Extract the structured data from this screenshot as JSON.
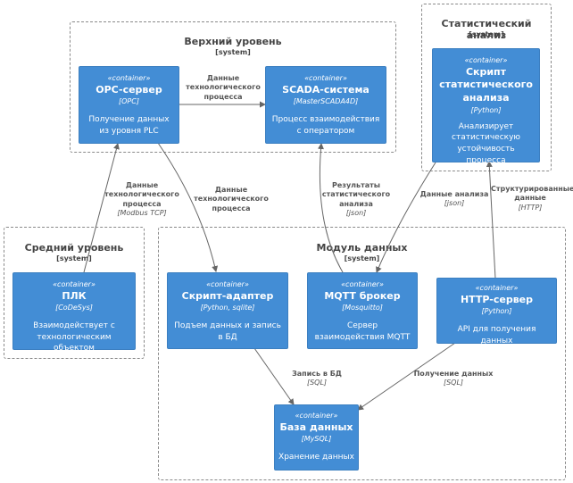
{
  "boundaries": {
    "top": {
      "title": "Верхний уровень",
      "type": "[system]"
    },
    "stat": {
      "title": "Статистический анализ",
      "type": "[system]"
    },
    "mid": {
      "title": "Средний уровень",
      "type": "[system]"
    },
    "data": {
      "title": "Модуль данных",
      "type": "[system]"
    }
  },
  "nodes": {
    "opc": {
      "stereotype": "«container»",
      "name": "OPC-сервер",
      "tech": "[OPC]",
      "desc": "Получение данных из уровня PLC"
    },
    "scada": {
      "stereotype": "«container»",
      "name": "SCADA-система",
      "tech": "[MasterSCADA4D]",
      "desc": "Процесс взаимодействия с оператором"
    },
    "stat": {
      "stereotype": "«container»",
      "name": "Скрипт статистического анализа",
      "tech": "[Python]",
      "desc": "Анализирует статистическую устойчивость процесса"
    },
    "plc": {
      "stereotype": "«container»",
      "name": "ПЛК",
      "tech": "[CoDeSys]",
      "desc": "Взаимодействует с технологическим объектом"
    },
    "adapter": {
      "stereotype": "«container»",
      "name": "Скрипт-адаптер",
      "tech": "[Python, sqlite]",
      "desc": "Подъем данных и запись в БД"
    },
    "mqtt": {
      "stereotype": "«container»",
      "name": "MQTT брокер",
      "tech": "[Mosquitto]",
      "desc": "Сервер взаимодействия MQTT"
    },
    "http": {
      "stereotype": "«container»",
      "name": "HTTP-сервер",
      "tech": "[Python]",
      "desc": "API для получения данных"
    },
    "db": {
      "stereotype": "«container»",
      "name": "База данных",
      "tech": "[MySQL]",
      "desc": "Хранение данных"
    }
  },
  "edges": {
    "opc_scada": {
      "text": "Данные технологического процесса",
      "tech": ""
    },
    "plc_opc": {
      "text": "Данные технологического процесса",
      "tech": "[Modbus TCP]"
    },
    "opc_adapter": {
      "text": "Данные технологического процесса",
      "tech": ""
    },
    "mqtt_scada": {
      "text": "Результаты статистического анализа",
      "tech": "[json]"
    },
    "stat_mqtt": {
      "text": "Данные анализа",
      "tech": "[json]"
    },
    "http_stat": {
      "text": "Структурированные данные",
      "tech": "[HTTP]"
    },
    "adapter_db": {
      "text": "Запись в БД",
      "tech": "[SQL]"
    },
    "http_db": {
      "text": "Получение данных",
      "tech": "[SQL]"
    }
  },
  "colors": {
    "node_fill": "#438dd5",
    "edge": "#666666",
    "boundary": "#8a8a8a"
  }
}
